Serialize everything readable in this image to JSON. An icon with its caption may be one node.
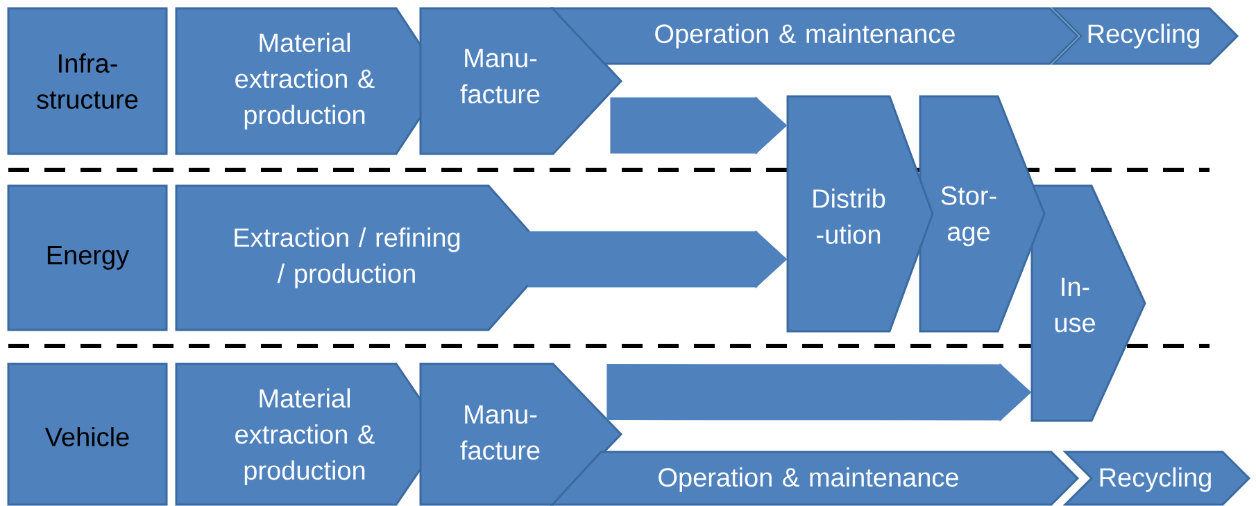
{
  "diagram": {
    "nodes": [
      {
        "text": [
          "Infra- structure"
        ]
      },
      {
        "text": [
          "Material extraction & production"
        ]
      },
      {
        "text": [
          "Manu- facture"
        ]
      },
      {
        "text": [
          "Operation & maintenance"
        ]
      },
      {
        "text": [
          "Recycling"
        ]
      },
      {
        "text": [
          "Energy"
        ]
      },
      {
        "text": [
          "Extraction / refining / production"
        ]
      },
      {
        "text": [
          "Vehicle"
        ]
      },
      {
        "text": [
          "Material extraction & production"
        ]
      },
      {
        "text": [
          "Manu- facture"
        ]
      },
      {
        "text": [
          "Operation & maintenance"
        ]
      },
      {
        "text": [
          "Recycling"
        ]
      },
      {
        "text": [
          "Distrib -ution"
        ]
      },
      {
        "text": [
          "Stor- age"
        ]
      },
      {
        "text": [
          "In- use"
        ]
      }
    ],
    "edges": [
      {
        "from": 2,
        "to": 12,
        "arrow": "to"
      },
      {
        "from": 6,
        "to": 12,
        "arrow": "to"
      },
      {
        "from": 9,
        "to": 14,
        "arrow": "to"
      }
    ]
  }
}
